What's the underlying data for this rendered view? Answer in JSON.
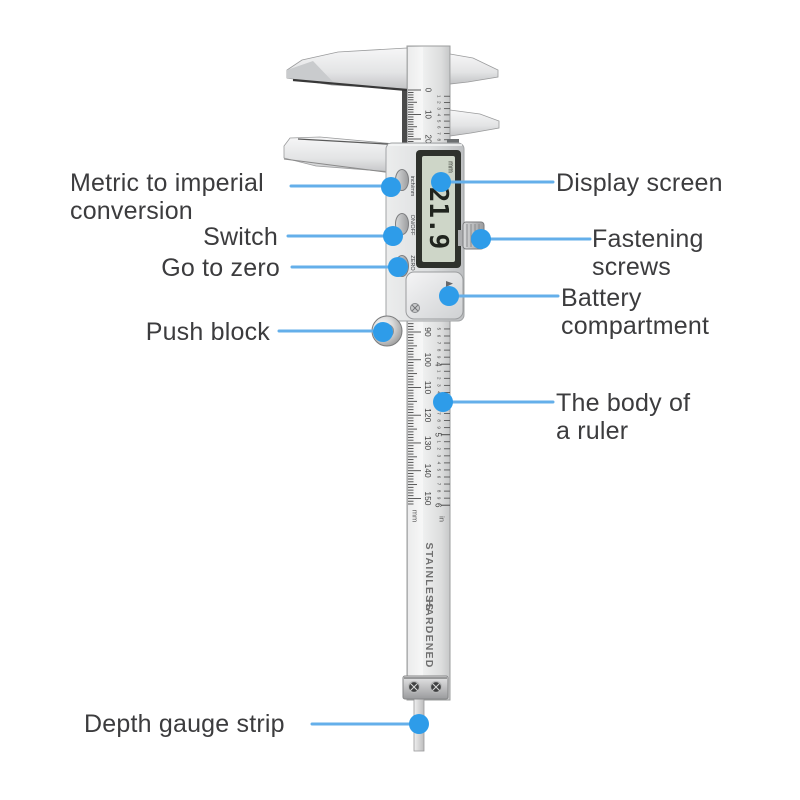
{
  "diagram": {
    "background": "#ffffff",
    "colors": {
      "label_text": "#3c3c3e",
      "leader_line": "#64afea",
      "dot": "#2e9ce9",
      "lcd_frame": "#2e312c",
      "lcd_face": "#ced6c8",
      "lcd_digits": "#20241e",
      "tick": "#4a4a4a",
      "scale_number": "#3f3f3f",
      "brand_text": "#6f6f6f"
    },
    "labels": {
      "metric_conversion": {
        "line1": "Metric to imperial",
        "line2": "conversion"
      },
      "switch": {
        "line1": "Switch"
      },
      "go_to_zero": {
        "line1": "Go to zero"
      },
      "push_block": {
        "line1": "Push block"
      },
      "depth_gauge": {
        "line1": "Depth gauge strip"
      },
      "display_screen": {
        "line1": "Display screen"
      },
      "fastening_screws": {
        "line1": "Fastening",
        "line2": "screws"
      },
      "battery_compartment": {
        "line1": "Battery",
        "line2": "compartment"
      },
      "ruler_body": {
        "line1": "The body of",
        "line2": "a ruler"
      }
    },
    "caliper": {
      "lcd": {
        "value": "21.9",
        "unit": "mm"
      },
      "button_labels": {
        "b1": "inch/mm",
        "b2": "ON/OFF",
        "b3": "ZERO"
      },
      "body_markings": {
        "line1": "STAINLESS",
        "line2": "HARDENED"
      },
      "scales": {
        "upper_mm_numbers": [
          0,
          10,
          20
        ],
        "lower_mm_numbers": [
          90,
          100,
          110,
          120,
          130,
          140,
          150
        ],
        "inch_numbers": [
          4,
          5,
          6
        ],
        "inch_subdivision_digits": [
          1,
          2,
          3,
          4,
          5,
          6,
          7,
          8,
          9
        ],
        "mm_unit": "mm",
        "inch_unit": "in"
      }
    }
  }
}
